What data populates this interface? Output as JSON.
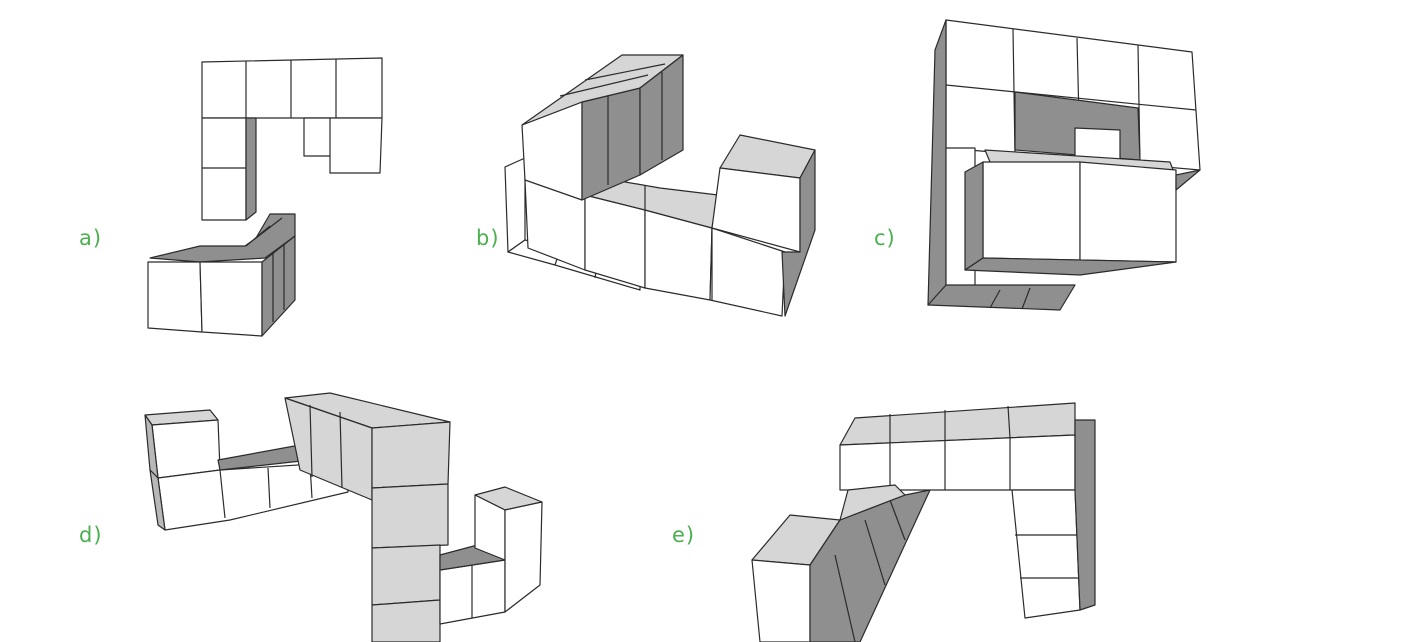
{
  "figure": {
    "options": [
      {
        "id": "a",
        "label": "a)"
      },
      {
        "id": "b",
        "label": "b)"
      },
      {
        "id": "c",
        "label": "c)"
      },
      {
        "id": "d",
        "label": "d)"
      },
      {
        "id": "e",
        "label": "e)"
      }
    ],
    "label_color": "#4caf50"
  }
}
